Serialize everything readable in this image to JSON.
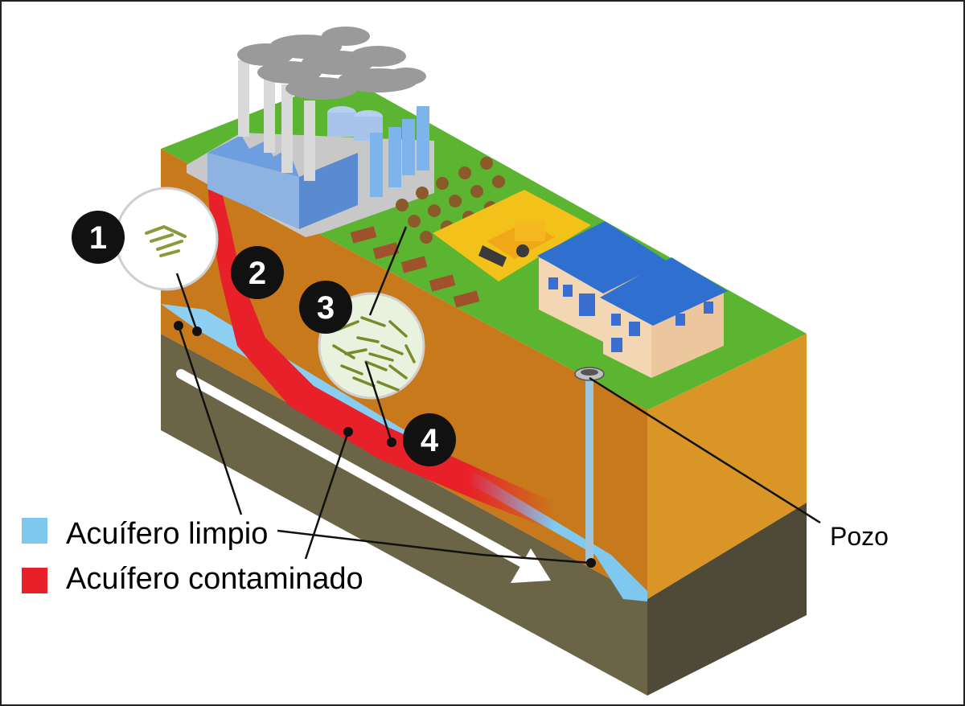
{
  "markers": [
    {
      "id": "1",
      "label": "1"
    },
    {
      "id": "2",
      "label": "2"
    },
    {
      "id": "3",
      "label": "3"
    },
    {
      "id": "4",
      "label": "4"
    }
  ],
  "legend": [
    {
      "label": "Acuífero limpio",
      "color": "#7ec8ef"
    },
    {
      "label": "Acuífero contaminado",
      "color": "#e8202a"
    }
  ],
  "well_label": "Pozo",
  "colors": {
    "grass": "#5cb531",
    "soil": "#c8791b",
    "rock": "#6b6446",
    "clean_aquifer": "#7ec8ef",
    "contaminated": "#e8202a",
    "roof": "#2f6fd0"
  }
}
